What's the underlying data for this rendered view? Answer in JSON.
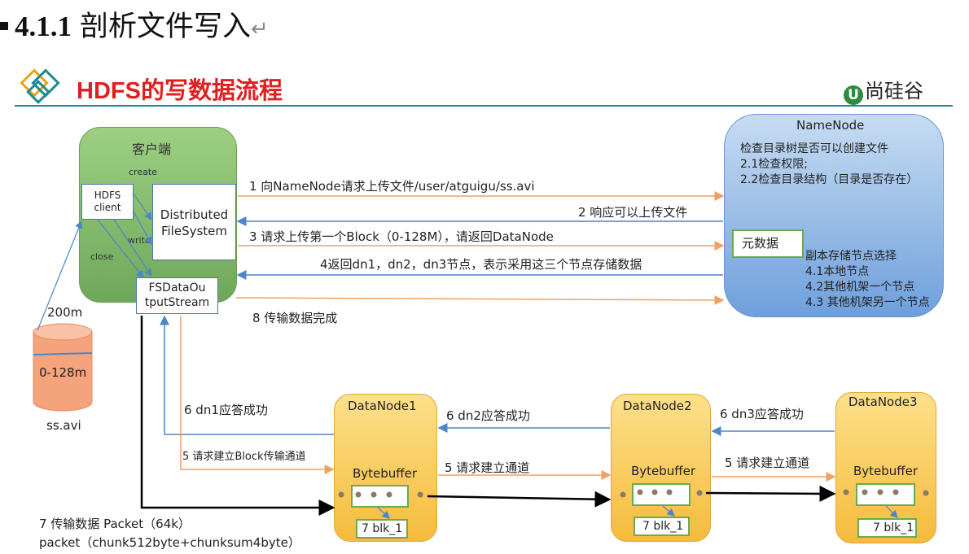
{
  "heading": {
    "number": "4.1.1",
    "title": "剖析文件写入",
    "return_mark": "↵"
  },
  "slide": {
    "title": "HDFS的写数据流程",
    "logo_text": "尚硅谷"
  },
  "client": {
    "title": "客户端",
    "hdfs_client": "HDFS\nclient",
    "dfs": "Distributed\nFileSystem",
    "fsdos": "FSDataOu\ntputStream",
    "create": "create",
    "write": "write",
    "close": "close"
  },
  "file": {
    "size": "200m",
    "block": "0-128m",
    "name": "ss.avi"
  },
  "namenode": {
    "title": "NameNode",
    "check_lines": [
      "检查目录树是否可以创建文件",
      "2.1检查权限;",
      "2.2检查目录结构（目录是否存在）"
    ],
    "metadata": "元数据",
    "replica_lines": [
      "副本存储节点选择",
      "4.1本地节点",
      "4.2其他机架一个节点",
      "4.3 其他机架另一个节点"
    ]
  },
  "messages": {
    "m1": "1 向NameNode请求上传文件/user/atguigu/ss.avi",
    "m2": "2 响应可以上传文件",
    "m3": "3 请求上传第一个Block（0-128M），请返回DataNode",
    "m4": "4返回dn1，dn2，dn3节点，表示采用这三个节点存储数据",
    "m8": "8 传输数据完成",
    "ack1": "6 dn1应答成功",
    "ack2": "6 dn2应答成功",
    "ack3": "6 dn3应答成功",
    "req1": "5 请求建立Block传输通道",
    "req2": "5 请求建立通道",
    "req3": "5 请求建立通道",
    "m7a": "7 传输数据 Packet（64k）",
    "m7b": "packet（chunk512byte+chunksum4byte）"
  },
  "datanodes": [
    {
      "title": "DataNode1",
      "buffer": "Bytebuffer",
      "blk": "7 blk_1"
    },
    {
      "title": "DataNode2",
      "buffer": "Bytebuffer",
      "blk": "7 blk_1"
    },
    {
      "title": "DataNode3",
      "buffer": "Bytebuffer",
      "blk": "7 blk_1"
    }
  ],
  "colors": {
    "title_red": "#e02020",
    "orange_arrow": "#f0a060",
    "blue_arrow": "#4a86c8",
    "teal_rule": "#1d8a93"
  }
}
